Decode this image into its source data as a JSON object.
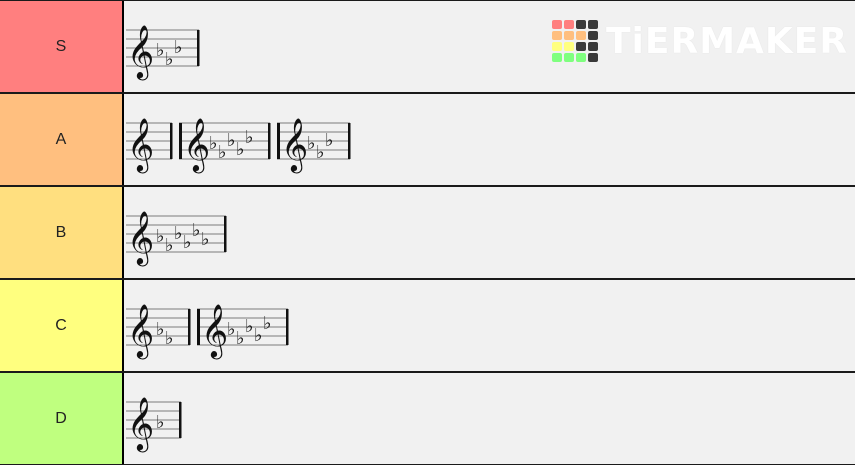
{
  "logo": {
    "text": "TiERMAKER"
  },
  "tiers": [
    {
      "label": "S",
      "color": "#ff7f7f",
      "items": [
        {
          "key_signature": "3 flats"
        }
      ]
    },
    {
      "label": "A",
      "color": "#ffbf7f",
      "items": [
        {
          "key_signature": "no accidentals"
        },
        {
          "key_signature": "5 flats"
        },
        {
          "key_signature": "3 flats"
        }
      ]
    },
    {
      "label": "B",
      "color": "#ffdf7f",
      "items": [
        {
          "key_signature": "6 flats"
        }
      ]
    },
    {
      "label": "C",
      "color": "#ffff7f",
      "items": [
        {
          "key_signature": "2 flats"
        },
        {
          "key_signature": "5 flats"
        }
      ]
    },
    {
      "label": "D",
      "color": "#bfff7f",
      "items": [
        {
          "key_signature": "1 flat"
        }
      ]
    }
  ],
  "logo_colors": {
    "row1": [
      "#ff7f7f",
      "#ff7f7f",
      "#3a3a3a",
      "#3a3a3a"
    ],
    "row2": [
      "#ffbf7f",
      "#ffbf7f",
      "#ffbf7f",
      "#3a3a3a"
    ],
    "row3": [
      "#ffff7f",
      "#ffff7f",
      "#3a3a3a",
      "#3a3a3a"
    ],
    "row4": [
      "#7fff7f",
      "#7fff7f",
      "#7fff7f",
      "#3a3a3a"
    ]
  }
}
